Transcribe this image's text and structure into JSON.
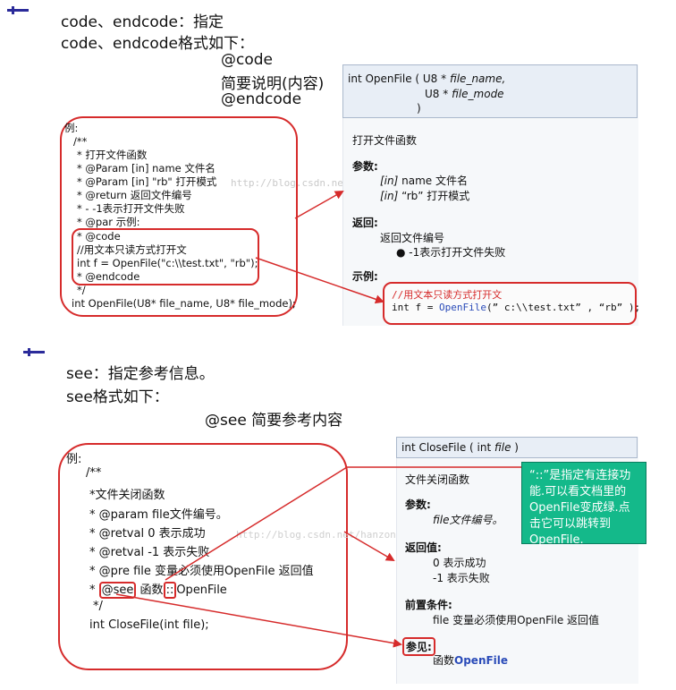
{
  "section1": {
    "heading_line1": "code、endcode：指定",
    "heading_line2": "code、endcode格式如下：",
    "format_code": "@code",
    "format_desc": "简要说明(内容)",
    "format_endcode": "@endcode",
    "example": {
      "label": "例:",
      "lines": [
        "/**",
        "* 打开文件函数",
        "* @Param [in]  name  文件名",
        "* @Param [in]  \"rb\" 打开模式",
        "* @return 返回文件编号",
        "* - -1表示打开文件失败",
        "* @par 示例:",
        "* @code",
        "  //用文本只读方式打开文",
        "  int f = OpenFile(\"c:\\\\test.txt\", \"rb\");",
        "* @endcode",
        "*/",
        "int OpenFile(U8* file_name, U8* file_mode);"
      ]
    },
    "doc": {
      "sig_line1_prefix": "int OpenFile ( U8 *",
      "sig_param1": "file_name,",
      "sig_line2_prefix": "U8 *",
      "sig_param2": "file_mode",
      "sig_close": ")",
      "brief": "打开文件函数",
      "params_title": "参数:",
      "param1_tag": "[in]",
      "param1_text": " name 文件名",
      "param2_tag": "[in]",
      "param2_text": " “rb” 打开模式",
      "return_title": "返回:",
      "return_text": "返回文件编号",
      "return_bullet": "-1表示打开文件失败",
      "example_title": "示例:",
      "example_comment": "//用文本只读方式打开文",
      "example_code_prefix": "int f = ",
      "example_code_func": "OpenFile",
      "example_code_suffix": "(” c:\\\\test.txt” , “rb” );"
    },
    "watermark": "http://blog.csdn.net/h"
  },
  "section2": {
    "heading_line1": "see：指定参考信息。",
    "heading_line2": "see格式如下：",
    "format": "@see 简要参考内容",
    "example": {
      "label": "例:",
      "lines": [
        "/**",
        "*文件关闭函数",
        "* @param  file文件编号。",
        "* @retval  0  表示成功",
        "* @retval  -1 表示失败",
        "* @pre file 变量必须使用OpenFile 返回值"
      ],
      "see_star": "* ",
      "see_tag": "@see",
      "see_mid": " 函数",
      "see_colons": "::",
      "see_func": "OpenFile",
      "end_line": "*/",
      "decl": "int CloseFile(int file);"
    },
    "doc": {
      "sig_prefix": "int CloseFile ( int ",
      "sig_param": "file",
      "sig_close": " )",
      "brief": "文件关闭函数",
      "params_title": "参数:",
      "param_text": "file文件编号。",
      "retval_title": "返回值:",
      "retval1": "0  表示成功",
      "retval2": "-1  表示失败",
      "pre_title": "前置条件:",
      "pre_text": "file 变量必须使用OpenFile 返回值",
      "see_title": "参见:",
      "see_prefix": "函数",
      "see_link": "OpenFile"
    },
    "note": "“::”是指定有连接功能.可以看文档里的OpenFile变成绿.点击它可以跳转到OpenFile.",
    "watermark": "http://blog.csdn.net/hanzonghua"
  },
  "colors": {
    "red": "#d62b2b",
    "note_green": "#14b98a",
    "marker_blue": "#2b2b9a",
    "link_blue": "#2a4bb8"
  }
}
